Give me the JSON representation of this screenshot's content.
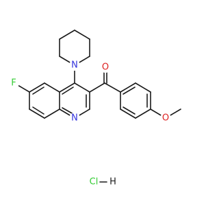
{
  "atoms": {
    "fluorine": "F",
    "quinoline_nitrogen": "N",
    "piperidine_nitrogen": "N",
    "carbonyl_oxygen": "O",
    "ether_oxygen": "O",
    "salt_chlorine": "Cl",
    "salt_hydrogen": "H"
  },
  "colors": {
    "bond": "#1a1a1a",
    "fluorine": "#33cc33",
    "nitrogen": "#3333dd",
    "oxygen": "#dd2222",
    "chlorine": "#33cc33",
    "hydrogen": "#1a1a1a"
  }
}
